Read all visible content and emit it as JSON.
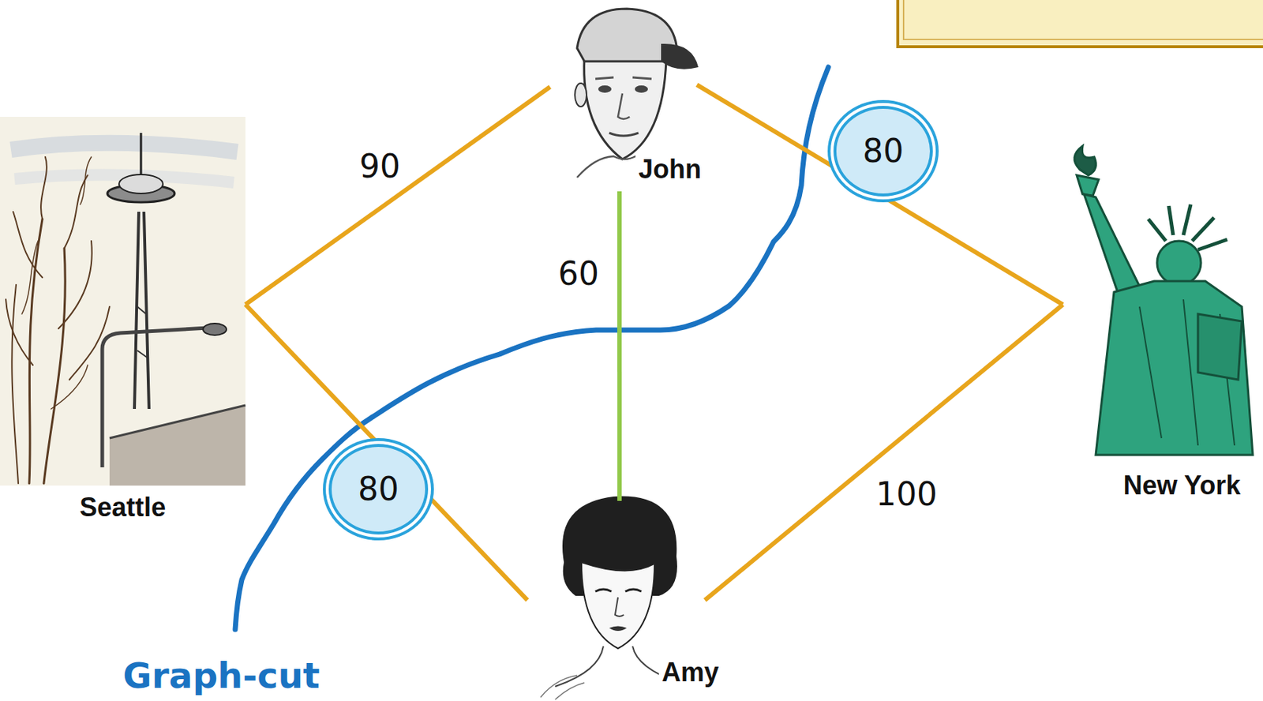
{
  "diagram": {
    "nodes": [
      {
        "text": [
          "John"
        ]
      },
      {
        "text": [
          "Seattle"
        ]
      },
      {
        "text": [
          "New York"
        ]
      },
      {
        "text": [
          "Amy"
        ]
      }
    ],
    "edges": [
      {
        "from": 1,
        "to": 0,
        "arrow": "none",
        "label": "90"
      },
      {
        "from": 0,
        "to": 2,
        "arrow": "none",
        "label": "80"
      },
      {
        "from": 0,
        "to": 3,
        "arrow": "none",
        "label": "60"
      },
      {
        "from": 1,
        "to": 3,
        "arrow": "none",
        "label": "80"
      },
      {
        "from": 3,
        "to": 2,
        "arrow": "none",
        "label": "100"
      }
    ],
    "labels": [
      "Graph-cut"
    ]
  }
}
